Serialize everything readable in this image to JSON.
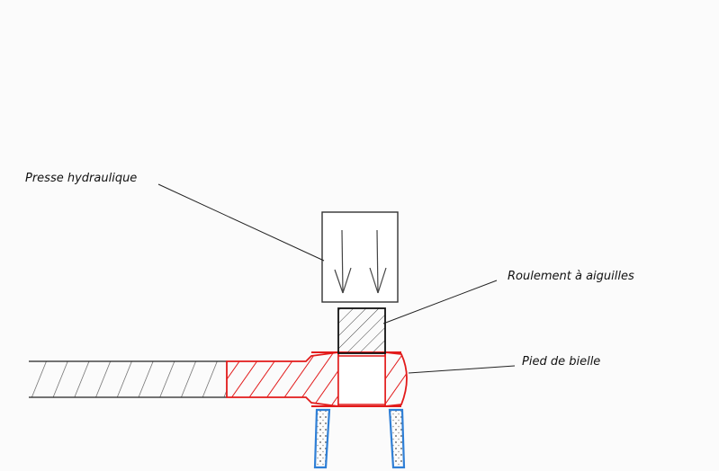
{
  "labels": {
    "presse": "Presse hydraulique",
    "roulement": "Roulement à aiguilles",
    "pied": "Pied de bielle"
  },
  "colors": {
    "ink": "#222222",
    "red": "#e21b1b",
    "blue": "#2f7fd6",
    "dots": "#666666"
  }
}
